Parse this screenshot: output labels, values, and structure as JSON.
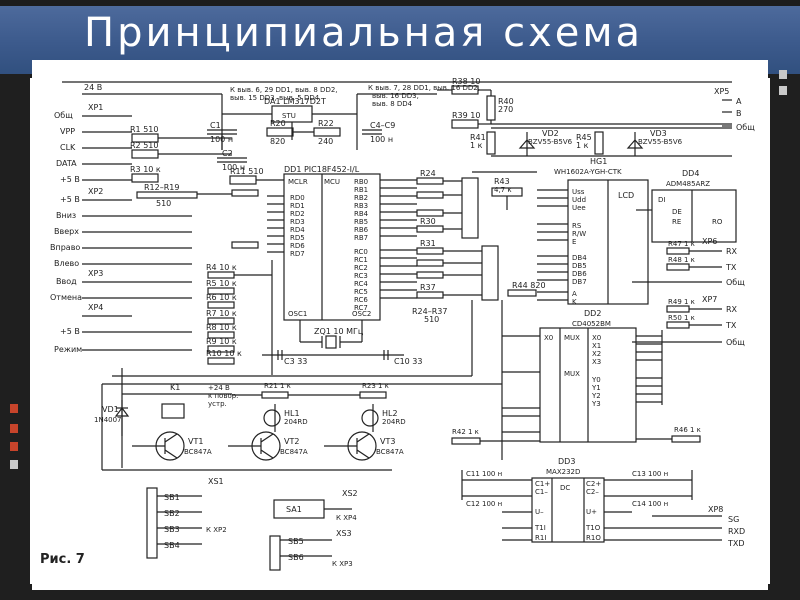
{
  "title": "Принципиальная схема",
  "figure_caption": "Рис. 7",
  "colors": {
    "header": "#3c5a8c",
    "bullet": "#c7442b",
    "line": "#222222"
  },
  "labels": {
    "v24": "24 В",
    "k_note1": "К выв. 6, 29 DD1, выв. 8 DD2,",
    "k_note1b": "выв. 15 DD3, выв. 5 DD4",
    "k_note2": "К выв. 7, 28 DD1, выв. 16 DD2,",
    "k_note2b": "выв. 16 DD3,",
    "k_note2c": "выв. 8 DD4",
    "da1": "DA1 LM317D2T",
    "stu": "STU",
    "r38": "R38 10",
    "r39": "R39 10",
    "r40": "R40",
    "r40v": "270",
    "r41": "R41",
    "r41v": "1 к",
    "vd2": "VD2",
    "vd2t": "BZV55-B5V6",
    "r45": "R45",
    "r45v": "1 к",
    "vd3": "VD3",
    "vd3t": "BZV55-B5V6",
    "xp5": "XP5",
    "pinA": "A",
    "pinB": "B",
    "obsh": "Общ",
    "xp1": "XP1",
    "vpp": "VPP",
    "clk": "CLK",
    "data": "DATA",
    "p5v": "+5 В",
    "xp2": "XP2",
    "vniz": "Вниз",
    "vverh": "Вверх",
    "vpravo": "Вправо",
    "vlevo": "Влево",
    "xp3": "XP3",
    "vvod": "Ввод",
    "otmena": "Отмена",
    "xp4": "XP4",
    "rezhim": "Режим",
    "c1": "C1",
    "c1v": "100 н",
    "r20": "R20",
    "r20v": "820",
    "r22": "R22",
    "r22v": "240",
    "c4c9": "C4–C9",
    "c4v": "100 н",
    "r1": "R1 510",
    "r2": "R2 510",
    "r3": "R3 10 к",
    "c2": "C2",
    "c2v": "100 н",
    "r11": "R11 510",
    "r12r19": "R12–R19",
    "r12v": "510",
    "dd1": "DD1 PIC18F452-I/L",
    "mclr": "MCLR",
    "mcu": "MCU",
    "rd0": "RD0",
    "rd1": "RD1",
    "rd2": "RD2",
    "rd3": "RD3",
    "rd4": "RD4",
    "rd5": "RD5",
    "rd6": "RD6",
    "rd7": "RD7",
    "rb0": "RB0",
    "rb1": "RB1",
    "rb2": "RB2",
    "rb3": "RB3",
    "rb4": "RB4",
    "rb5": "RB5",
    "rb6": "RB6",
    "rb7": "RB7",
    "rc0": "RC0",
    "rc1": "RC1",
    "rc2": "RC2",
    "rc3": "RC3",
    "rc4": "RC4",
    "rc5": "RC5",
    "rc6": "RC6",
    "rc7": "RC7",
    "osc1": "OSC1",
    "osc2": "OSC2",
    "r4": "R4 10 к",
    "r5": "R5 10 к",
    "r6": "R6 10 к",
    "r7": "R7 10 к",
    "r8": "R8 10 к",
    "r9": "R9 10 к",
    "r10": "R10 10 к",
    "zq1": "ZQ1 10 МГц",
    "c3": "C3 33",
    "c10": "C10 33",
    "r24": "R24",
    "r30": "R30",
    "r31": "R31",
    "r37": "R37",
    "r24r37": "R24–R37",
    "r24v": "510",
    "r43": "R43",
    "r43v": "4,7 к",
    "r44": "R44 820",
    "hg1": "HG1",
    "hg1t": "WH1602A-YGH-CTK",
    "lcd": "LCD",
    "uss": "Uss",
    "udd": "Udd",
    "uee": "Uee",
    "rs": "RS",
    "rw": "R/W",
    "e": "E",
    "db4": "DB4",
    "db5": "DB5",
    "db6": "DB6",
    "db7": "DB7",
    "lcdA": "A",
    "lcdK": "K",
    "dd4": "DD4",
    "dd4t": "ADM485ARZ",
    "di": "DI",
    "de": "DE",
    "re": "RE",
    "ro": "RO",
    "dd2": "DD2",
    "dd2t": "CD4052BM",
    "mux": "MUX",
    "x0": "X0",
    "x1": "X1",
    "x2": "X2",
    "x3": "X3",
    "y0": "Y0",
    "y1": "Y1",
    "y2": "Y2",
    "y3": "Y3",
    "xp6": "XP6",
    "rx": "RX",
    "tx": "TX",
    "xp7": "XP7",
    "r47": "R47 1 к",
    "r48": "R48 1 к",
    "r49": "R49 1 к",
    "r50": "R50 1 к",
    "k1": "K1",
    "k1note": "+24 В",
    "k1note2": "к повор.",
    "k1note3": "устр.",
    "vd1": "VD1",
    "vd1t": "1N4007",
    "r21": "R21 1 к",
    "r23": "R23 1 к",
    "hl1": "HL1",
    "hl1t": "204RD",
    "hl2": "HL2",
    "hl2t": "204RD",
    "vt1": "VT1",
    "vt1t": "BC847A",
    "vt2": "VT2",
    "vt2t": "BC847A",
    "vt3": "VT3",
    "vt3t": "BC847A",
    "r42": "R42 1 к",
    "r46": "R46 1 к",
    "dd3": "DD3",
    "dd3t": "MAX232D",
    "c11": "C11 100 н",
    "c12": "C12 100 н",
    "c13": "C13 100 н",
    "c14": "C14 100 н",
    "c1p": "C1+",
    "c1m": "C1–",
    "c2p": "C2+",
    "c2m": "C2–",
    "um": "U–",
    "up": "U+",
    "t1i": "T1I",
    "r1i": "R1I",
    "t1o": "T1O",
    "r1o": "R1O",
    "dc": "DC",
    "xp8": "XP8",
    "sg": "SG",
    "rxd": "RXD",
    "txd": "TXD",
    "xs1": "XS1",
    "sb1": "SB1",
    "sb2": "SB2",
    "sb3": "SB3",
    "sb4": "SB4",
    "kxp2": "К XP2",
    "xs2": "XS2",
    "sa1": "SA1",
    "kxp4": "К XP4",
    "xs3": "XS3",
    "sb5": "SB5",
    "sb6": "SB6",
    "kxp3": "К XP3"
  }
}
